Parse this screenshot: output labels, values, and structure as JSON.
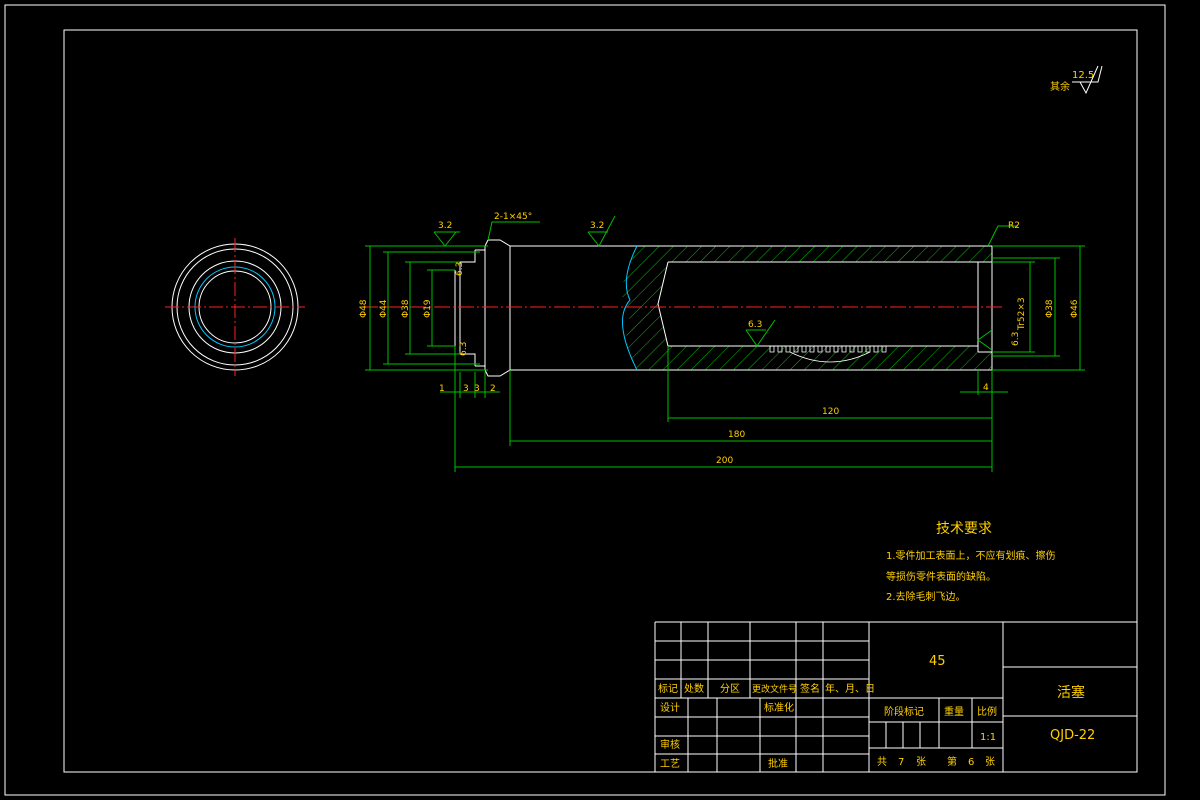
{
  "roughness": {
    "other_label": "其余",
    "other_value": "12.5"
  },
  "front_view": {
    "roughness": [
      "3.2",
      "3.2",
      "6.3",
      "6.3",
      "6.3",
      "6.3"
    ],
    "chamfer": "2-1×45°",
    "fillet": "R2",
    "thread": "Tr52×3",
    "dia_left": [
      "Φ48",
      "Φ44",
      "Φ38",
      "Φ19"
    ],
    "dia_right": [
      "Φ38",
      "Φ46"
    ],
    "small_dims": [
      "1",
      "3",
      "3",
      "2",
      "4"
    ],
    "len_dims": [
      "120",
      "180",
      "200"
    ]
  },
  "tech": {
    "title": "技术要求",
    "lines": [
      "1.零件加工表面上，不应有划痕、擦伤",
      "等损伤零件表面的缺陷。",
      "2.去除毛刺飞边。"
    ]
  },
  "title_block": {
    "material": "45",
    "part_name": "活塞",
    "drawing_no": "QJD-22",
    "headers": [
      "标记",
      "处数",
      "分区",
      "更改文件号",
      "签名",
      "年、月、日"
    ],
    "design": "设计",
    "standard": "标准化",
    "review": "审核",
    "process": "工艺",
    "approve": "批准",
    "stage_mark": "阶段标记",
    "weight": "重量",
    "scale_label": "比例",
    "scale_value": "1:1",
    "total": "共",
    "total_num": "7",
    "sheet_unit": "张",
    "page": "第",
    "page_num": "6",
    "sheet_unit2": "张"
  }
}
